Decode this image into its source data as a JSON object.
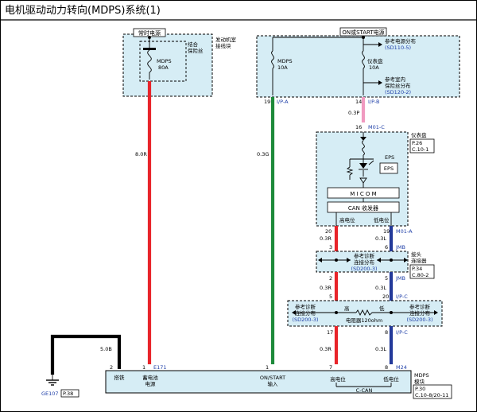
{
  "title": "电机驱动动力转向(MDPS)系统(1)",
  "colors": {
    "box_fill": "#d6edf5",
    "red_wire": "#e8242a",
    "green_wire": "#1d8a3a",
    "pink_wire": "#f09ac0",
    "blue_wire": "#233a9a",
    "black_wire": "#000000",
    "link_blue": "#1f3fa8"
  },
  "left_fuse": {
    "header": "常时电源",
    "box_label": [
      "发动机室",
      "接线块"
    ],
    "fuse_label": [
      "结合",
      "保险丝"
    ],
    "fuse_name": "MDPS",
    "fuse_rating": "80A",
    "wire_label": "8.0R"
  },
  "right_fuse": {
    "header": "ON或START电源",
    "fuse1_name": "MDPS",
    "fuse1_rating": "10A",
    "fuse2_name": "仪表盘",
    "fuse2_rating": "10A",
    "ref1_text": "参考电源分布",
    "ref1_code": "(SD110-5)",
    "ref2_text": [
      "参考室内",
      "保险丝分布"
    ],
    "ref2_code": "(SD120-2)",
    "pin_a_num": "19",
    "pin_a_conn": "I/P-A",
    "pin_b_num": "14",
    "pin_b_conn": "I/P-B",
    "green_wire_label": "0.3G",
    "pink_wire_label": "0.3P"
  },
  "cluster": {
    "pin_num": "16",
    "pin_conn": "M01-C",
    "name": "仪表盘",
    "page": "P.26",
    "conn": "C.10-1",
    "eps_label": "EPS",
    "eps_box": "EPS",
    "micom": "M I C O M",
    "can": "CAN 收发器",
    "high": "高电位",
    "low": "低电位",
    "left_pin": "20",
    "right_pin": "19",
    "right_conn": "M01-A"
  },
  "joint": {
    "label_03r_a": "0.3R",
    "label_03l_a": "0.3L",
    "left_top_pin": "3",
    "right_top_pin": "6",
    "right_top_conn": "JMB",
    "center_text": [
      "参考诊断",
      "连接分布"
    ],
    "center_code": "(SD200-3)",
    "name": [
      "接头",
      "连接器"
    ],
    "page": "P.34",
    "conn": "C.80-2",
    "left_bottom_pin": "2",
    "right_bottom_pin": "5",
    "right_bottom_conn": "JMB",
    "label_03r_b": "0.3R",
    "label_03l_b": "0.3L",
    "left_low_pin": "5",
    "right_low_pin": "20",
    "right_low_conn": "I/P-C"
  },
  "resistor": {
    "left_text": [
      "参考诊断",
      "连接分布"
    ],
    "left_code": "(SD200-3)",
    "right_text": [
      "参考诊断",
      "连接分布"
    ],
    "right_code": "(SD200-3)",
    "high": "高",
    "low": "低",
    "caption": "电阻器120ohm",
    "left_pin": "17",
    "right_pin": "8",
    "right_conn": "I/P-C",
    "label_03r": "0.3R",
    "label_03l": "0.3L"
  },
  "mdps": {
    "ground_wire_label": "5.0B",
    "ground_pin": "2",
    "ground_label": "GE107",
    "ground_page": "P.38",
    "power_pin": "1",
    "power_conn": "E171",
    "on_pin": "1",
    "high_pin": "7",
    "low_pin": "8",
    "low_conn": "M24",
    "lbl_ground": "搭铁",
    "lbl_power": [
      "蓄电池",
      "电源"
    ],
    "lbl_on": [
      "ON/START",
      "输入"
    ],
    "lbl_high": "高电位",
    "lbl_low": "低电位",
    "lbl_ccan": "C-CAN",
    "name": [
      "MDPS",
      "模块"
    ],
    "page": "P.30",
    "conn": "C.10-8/20-11"
  }
}
